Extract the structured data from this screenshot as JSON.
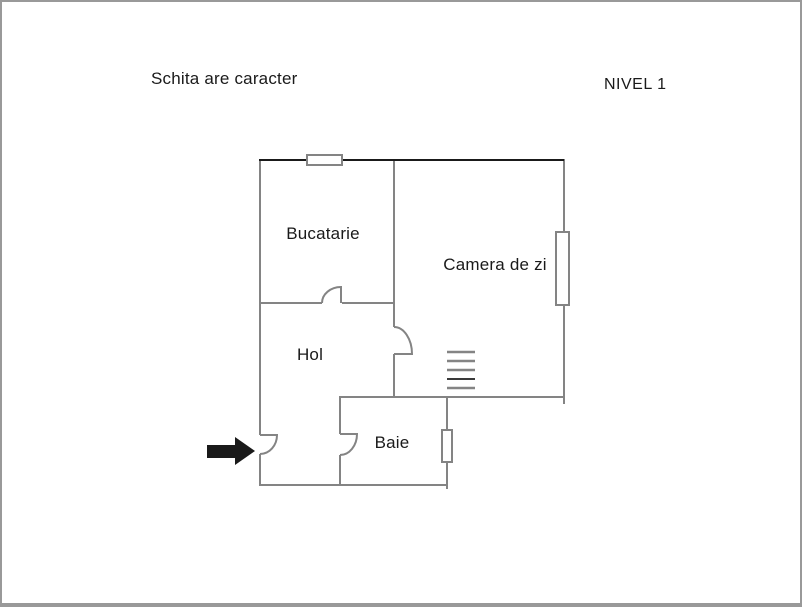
{
  "page": {
    "title": "Schita are caracter",
    "level_label": "NIVEL 1"
  },
  "floorplan": {
    "rooms": {
      "bucatarie": "Bucatarie",
      "camera_de_zi": "Camera de zi",
      "hol": "Hol",
      "baie": "Baie"
    },
    "symbols": {
      "entrance_arrow": "entrance-arrow-icon",
      "windows": [
        "window-top-icon",
        "window-living-room-icon",
        "window-bathroom-icon"
      ],
      "doors": [
        "door-kitchen-icon",
        "door-living-room-icon",
        "door-entrance-icon",
        "door-bathroom-icon"
      ],
      "radiator": "radiator-icon"
    },
    "colors": {
      "wall_gray": "#848484",
      "top_wall_black": "#1a1a1a",
      "text": "#1a1a1a",
      "arrow_black": "#1a1a1a",
      "frame_gray": "#999999",
      "background": "#ffffff"
    }
  }
}
